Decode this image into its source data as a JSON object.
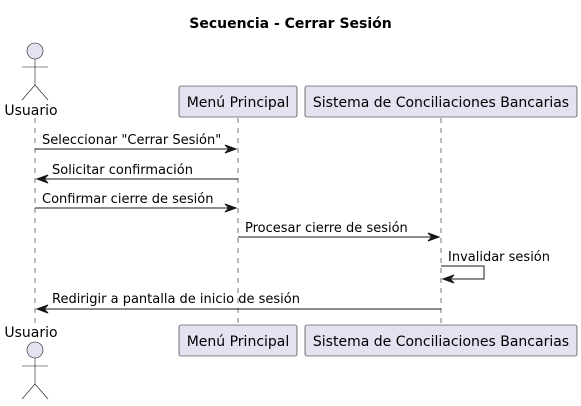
{
  "diagram": {
    "title": "Secuencia - Cerrar Sesión",
    "participants": [
      {
        "id": "usuario",
        "label": "Usuario",
        "kind": "actor"
      },
      {
        "id": "menu",
        "label": "Menú Principal",
        "kind": "participant"
      },
      {
        "id": "sistema",
        "label": "Sistema de Conciliaciones Bancarias",
        "kind": "participant"
      }
    ],
    "messages": [
      {
        "from": "usuario",
        "to": "menu",
        "label": "Seleccionar \"Cerrar Sesión\""
      },
      {
        "from": "menu",
        "to": "usuario",
        "label": "Solicitar confirmación"
      },
      {
        "from": "usuario",
        "to": "menu",
        "label": "Confirmar cierre de sesión"
      },
      {
        "from": "menu",
        "to": "sistema",
        "label": "Procesar cierre de sesión"
      },
      {
        "from": "sistema",
        "to": "sistema",
        "label": "Invalidar sesión"
      },
      {
        "from": "sistema",
        "to": "usuario",
        "label": "Redirigir a pantalla de inicio de sesión"
      }
    ],
    "colors": {
      "participant_fill": "#E2E2F0",
      "line": "#181818"
    }
  }
}
